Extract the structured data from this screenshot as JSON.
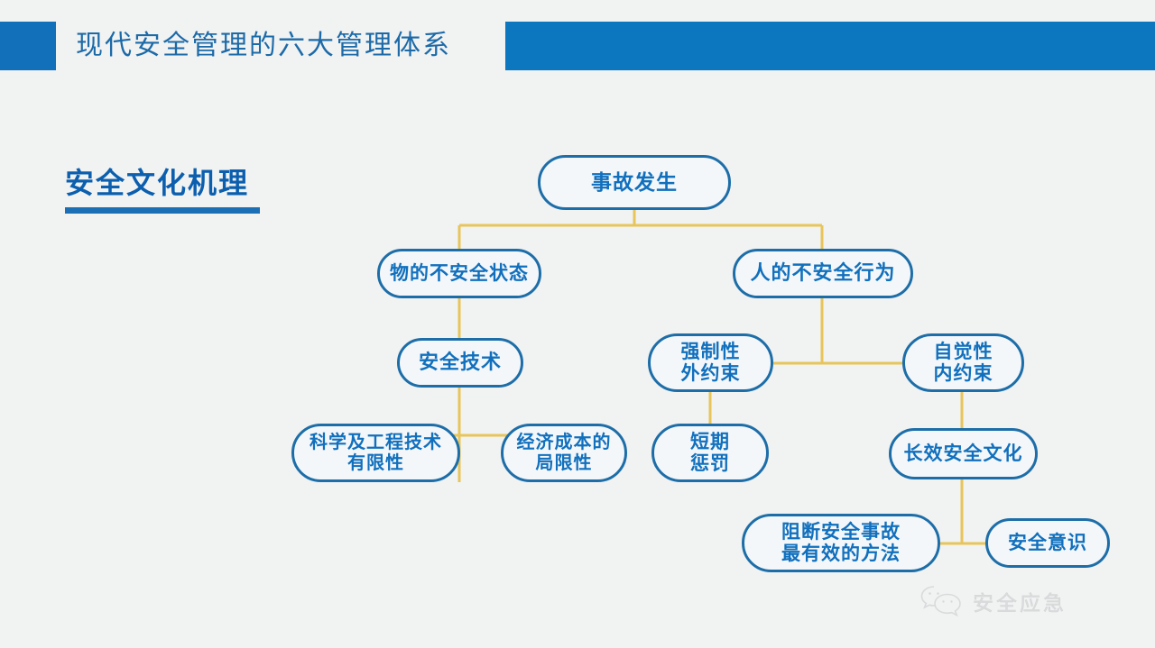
{
  "header": {
    "title": "现代安全管理的六大管理体系",
    "accent_color": "#0c76bf",
    "left_block_color": "#1270bb"
  },
  "section": {
    "heading": "安全文化机理",
    "underline_color": "#1b6fb5"
  },
  "diagram": {
    "node_border_color": "#1d6ea8",
    "node_text_color": "#1170bd",
    "connector_color": "#e8c55a",
    "nodes": [
      {
        "id": "accident",
        "label": "事故发生"
      },
      {
        "id": "unsafe-state",
        "label": "物的不安全状态"
      },
      {
        "id": "unsafe-behavior",
        "label": "人的不安全行为"
      },
      {
        "id": "safety-tech",
        "label": "安全技术"
      },
      {
        "id": "external-constraint",
        "label": "强制性\n外约束"
      },
      {
        "id": "internal-constraint",
        "label": "自觉性\n内约束"
      },
      {
        "id": "tech-limit",
        "label": "科学及工程技术\n有限性"
      },
      {
        "id": "cost-limit",
        "label": "经济成本的\n局限性"
      },
      {
        "id": "short-penalty",
        "label": "短期\n惩罚"
      },
      {
        "id": "safety-culture",
        "label": "长效安全文化"
      },
      {
        "id": "best-method",
        "label": "阻断安全事故\n最有效的方法"
      },
      {
        "id": "safety-awareness",
        "label": "安全意识"
      }
    ]
  },
  "watermark": {
    "text": "安全应急",
    "icon": "wechat-icon"
  }
}
